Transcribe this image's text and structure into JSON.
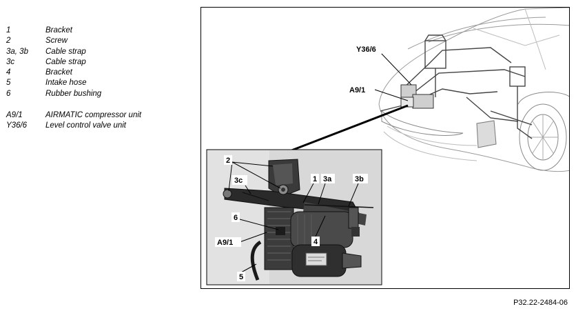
{
  "legend": {
    "items": [
      {
        "code": "1",
        "desc": "Bracket"
      },
      {
        "code": "2",
        "desc": "Screw"
      },
      {
        "code": "3a, 3b",
        "desc": "Cable strap"
      },
      {
        "code": "3c",
        "desc": "Cable strap"
      },
      {
        "code": "4",
        "desc": "Bracket"
      },
      {
        "code": "5",
        "desc": "Intake hose"
      },
      {
        "code": "6",
        "desc": "Rubber bushing"
      }
    ],
    "components": [
      {
        "code": "A9/1",
        "desc": "AIRMATIC compressor unit"
      },
      {
        "code": "Y36/6",
        "desc": "Level control valve unit"
      }
    ]
  },
  "callouts": {
    "car_y36": "Y36/6",
    "car_a9": "A9/1",
    "detail_2": "2",
    "detail_3c": "3c",
    "detail_1": "1",
    "detail_3a": "3a",
    "detail_3b": "3b",
    "detail_6": "6",
    "detail_a9": "A9/1",
    "detail_4": "4",
    "detail_5": "5"
  },
  "figure_ref": "P32.22-2484-06"
}
